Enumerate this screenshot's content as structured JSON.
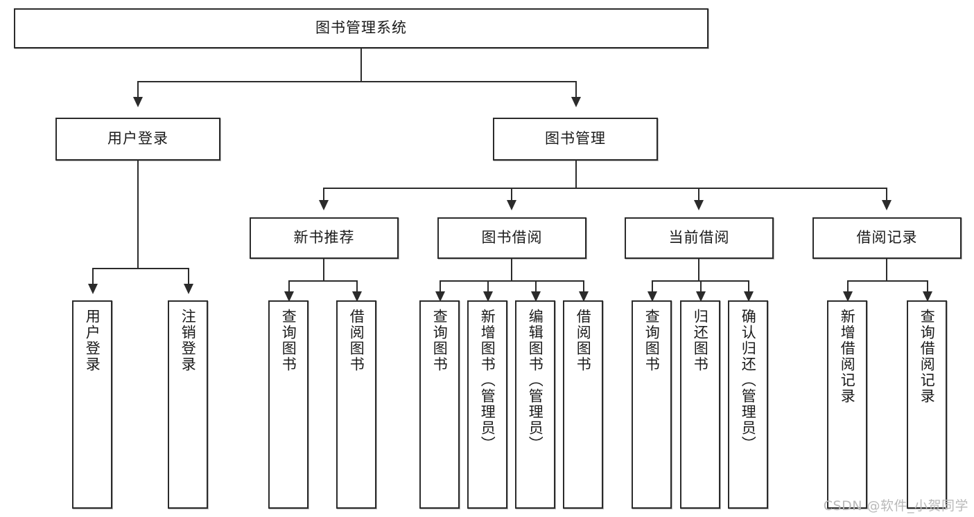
{
  "diagram": {
    "title": "图书管理系统",
    "root": {
      "label": "图书管理系统"
    },
    "level2": [
      {
        "label": "用户登录"
      },
      {
        "label": "图书管理"
      }
    ],
    "level3": [
      {
        "label": "新书推荐"
      },
      {
        "label": "图书借阅"
      },
      {
        "label": "当前借阅"
      },
      {
        "label": "借阅记录"
      }
    ],
    "leaves": [
      {
        "label": "用户登录"
      },
      {
        "label": "注销登录"
      },
      {
        "label": "查询图书"
      },
      {
        "label": "借阅图书"
      },
      {
        "label": "查询图书"
      },
      {
        "label": "新增图书（管理员）"
      },
      {
        "label": "编辑图书（管理员）"
      },
      {
        "label": "借阅图书"
      },
      {
        "label": "查询图书"
      },
      {
        "label": "归还图书"
      },
      {
        "label": "确认归还（管理员）"
      },
      {
        "label": "新增借阅记录"
      },
      {
        "label": "查询借阅记录"
      }
    ]
  },
  "watermark": {
    "text": "CSDN @软件_小贺同学"
  },
  "colors": {
    "stroke": "#2b2b2b",
    "fill": "#ffffff",
    "text": "#1a1a1a",
    "watermark": "#b9b9b9"
  }
}
